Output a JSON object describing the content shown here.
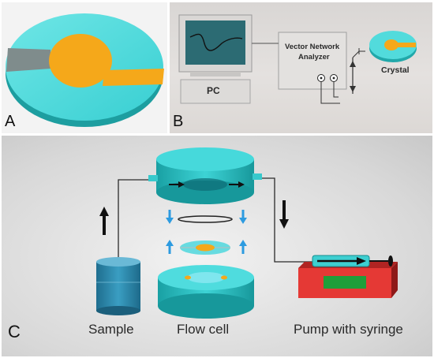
{
  "figure": {
    "panel_a": {
      "letter": "A"
    },
    "panel_b": {
      "letter": "B",
      "pc_label": "PC",
      "vna_line1": "Vector Network",
      "vna_line2": "Analyzer",
      "crystal_label": "Crystal"
    },
    "panel_c": {
      "letter": "C",
      "sample_label": "Sample",
      "flowcell_label": "Flow cell",
      "pump_label": "Pump with syringe"
    }
  },
  "colors": {
    "cyan": "#3fd6d6",
    "cyan_dark": "#1ea6a8",
    "gold": "#f2a318",
    "pump_red": "#e53935",
    "pump_green": "#1f9e3a",
    "monitor_screen": "#2c6b73",
    "sample_blue": "#2b7fa3"
  }
}
